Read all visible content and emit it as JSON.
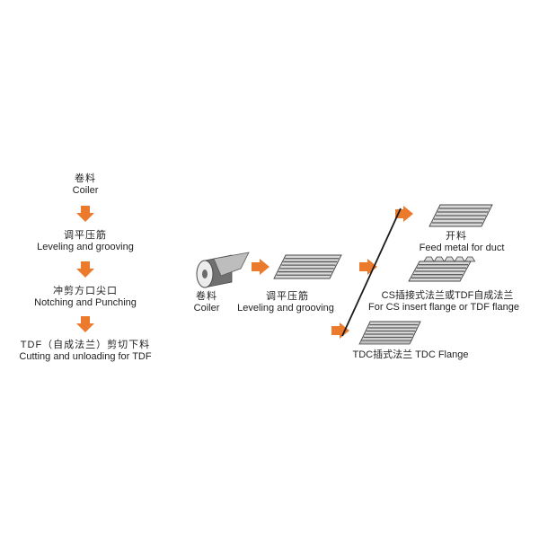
{
  "colors": {
    "arrow": "#ec7a2c",
    "connector_line": "#1a1a1a",
    "text": "#222222",
    "sheet_fill": "#d9d9d9",
    "sheet_stripe": "#5a5a5a"
  },
  "icons": {
    "flow_arrow": "orange-arrow-icon",
    "coil": "coil-roll-icon",
    "sheet": "striped-sheet-icon"
  },
  "process_list": {
    "steps": [
      {
        "zh": "卷料",
        "en": "Coiler"
      },
      {
        "zh": "调平压筋",
        "en": "Leveling and grooving"
      },
      {
        "zh": "冲剪方口尖口",
        "en": "Notching and Punching"
      },
      {
        "zh": "TDF（自成法兰）剪切下料",
        "en": "Cutting and unloading for TDF"
      }
    ]
  },
  "flow_diagram": {
    "coiler": {
      "zh": "卷料",
      "en": "Coiler"
    },
    "leveling": {
      "zh": "调平压筋",
      "en": "Leveling and grooving"
    },
    "feed": {
      "zh": "开料",
      "en": "Feed metal for duct"
    },
    "flange": {
      "zh": "CS插接式法兰或TDF自成法兰",
      "en": "For CS insert flange or TDF flange"
    },
    "tdc": {
      "label": "TDC插式法兰  TDC Flange"
    }
  }
}
